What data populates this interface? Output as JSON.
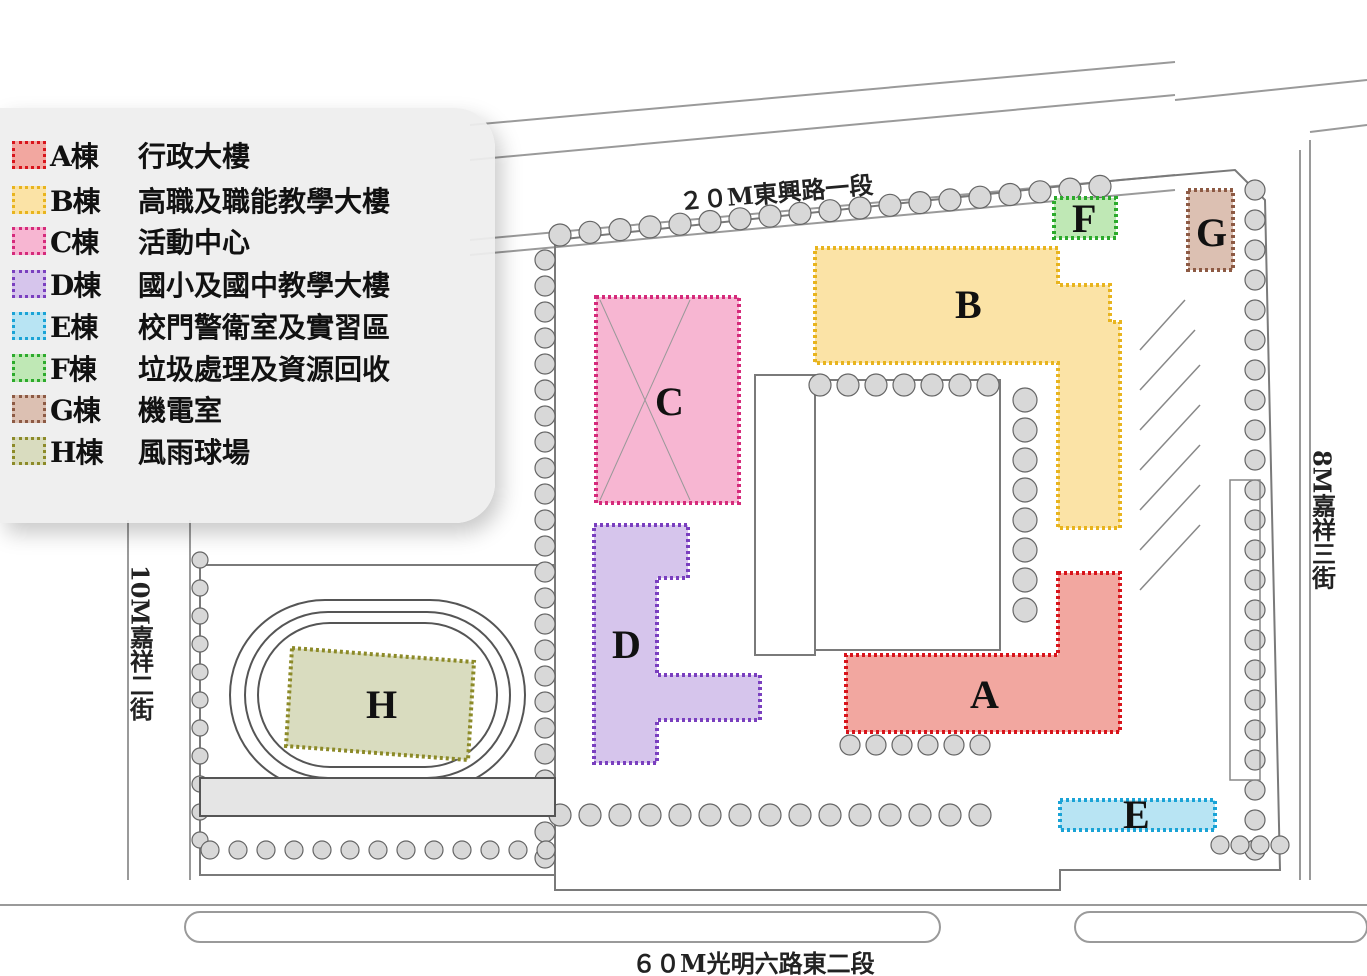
{
  "legend": [
    {
      "code": "A棟",
      "name": "行政大樓",
      "color": "#f2a7a0",
      "border": "#d8141b"
    },
    {
      "code": "B棟",
      "name": "高職及職能教學大樓",
      "color": "#fbe3a6",
      "border": "#e8b41e"
    },
    {
      "code": "C棟",
      "name": "活動中心",
      "color": "#f7b6d2",
      "border": "#d52a7b"
    },
    {
      "code": "D棟",
      "name": "國小及國中教學大樓",
      "color": "#d6c5ec",
      "border": "#7a3fbf"
    },
    {
      "code": "E棟",
      "name": "校門警衛室及實習區",
      "color": "#b8e4f3",
      "border": "#1aa3d6"
    },
    {
      "code": "F棟",
      "name": "垃圾處理及資源回收",
      "color": "#bfe8b5",
      "border": "#2caa2c"
    },
    {
      "code": "G棟",
      "name": "機電室",
      "color": "#dcc0b2",
      "border": "#8d5a44"
    },
    {
      "code": "H棟",
      "name": "風雨球場",
      "color": "#d9dcbf",
      "border": "#8c8a28"
    }
  ],
  "buildings": {
    "A": "A",
    "B": "B",
    "C": "C",
    "D": "D",
    "E": "E",
    "F": "F",
    "G": "G",
    "H": "H"
  },
  "roads": {
    "north": "２０M東興路一段",
    "south": "６０M光明六路東二段",
    "west": "10M嘉祥二街",
    "east": "8M嘉祥三街"
  }
}
